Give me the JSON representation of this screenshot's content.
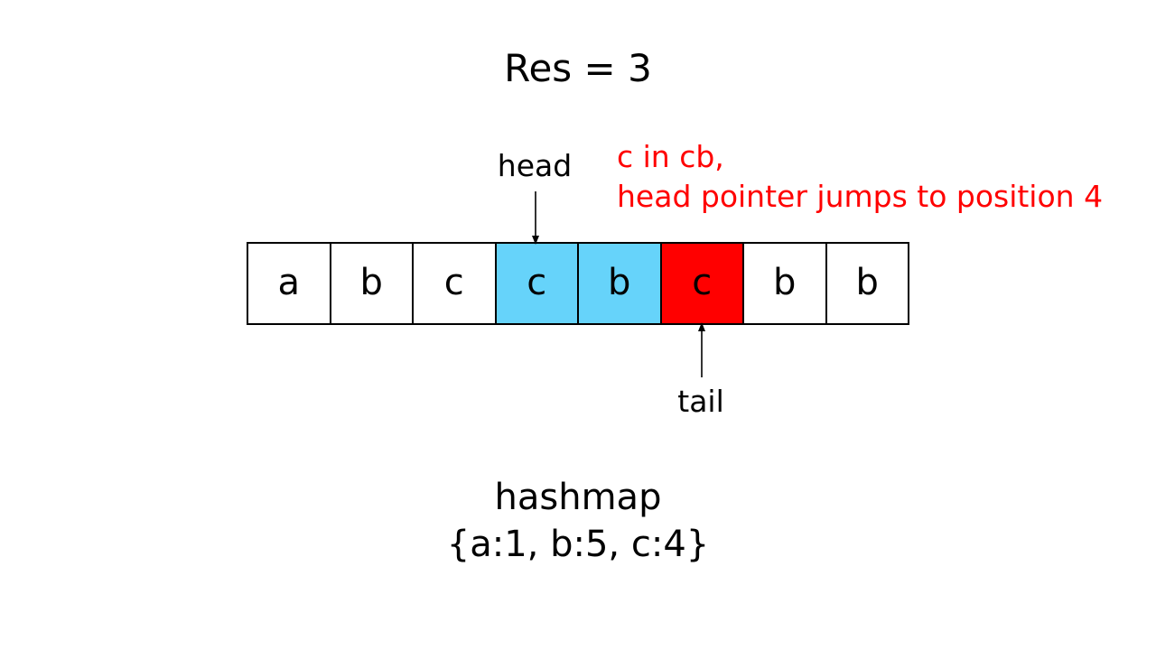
{
  "result_label": "Res = 3",
  "head_label": "head",
  "tail_label": "tail",
  "note_lines": [
    "c in cb,",
    "head pointer jumps to position 4"
  ],
  "cells": [
    "a",
    "b",
    "c",
    "c",
    "b",
    "c",
    "b",
    "b"
  ],
  "head_index": 3,
  "window_indices": [
    3,
    4
  ],
  "tail_index": 5,
  "hashmap": {
    "title": "hashmap",
    "value": "{a:1, b:5, c:4}"
  },
  "colors": {
    "window": "#66d3fa",
    "tail": "#ff0000",
    "note": "#ff0000",
    "default_cell": "#ffffff"
  }
}
